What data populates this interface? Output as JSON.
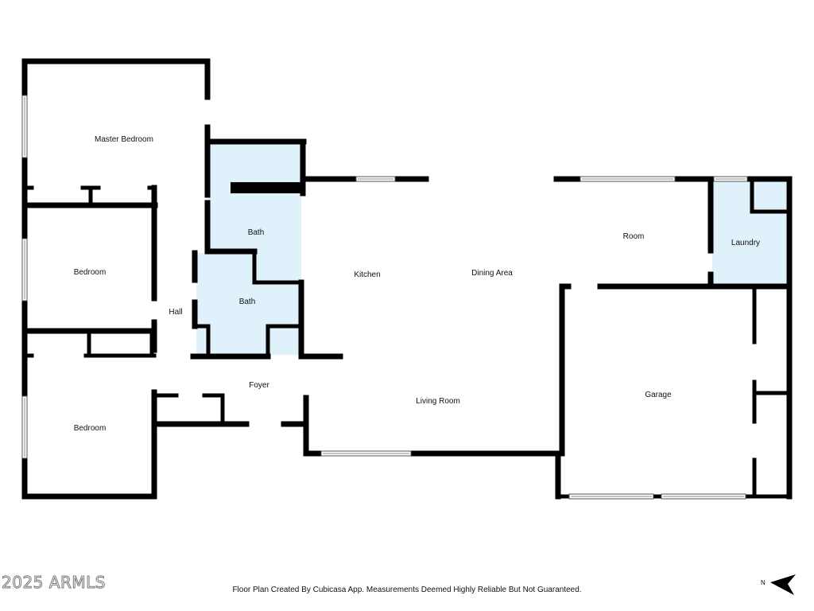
{
  "rooms": {
    "master_bedroom": "Master Bedroom",
    "bedroom_1": "Bedroom",
    "bedroom_2": "Bedroom",
    "bath_1": "Bath",
    "bath_2": "Bath",
    "hall": "Hall",
    "foyer": "Foyer",
    "kitchen": "Kitchen",
    "dining_area": "Dining Area",
    "living_room": "Living Room",
    "room": "Room",
    "laundry": "Laundry",
    "garage": "Garage"
  },
  "footer": {
    "watermark": "2025 ARMLS",
    "disclaimer": "Floor Plan Created By Cubicasa App. Measurements Deemed Highly Reliable But Not Guaranteed."
  },
  "compass": {
    "letter": "N"
  },
  "colors": {
    "wall": "#000000",
    "wet_area": "#dff1fa",
    "background": "#ffffff"
  }
}
